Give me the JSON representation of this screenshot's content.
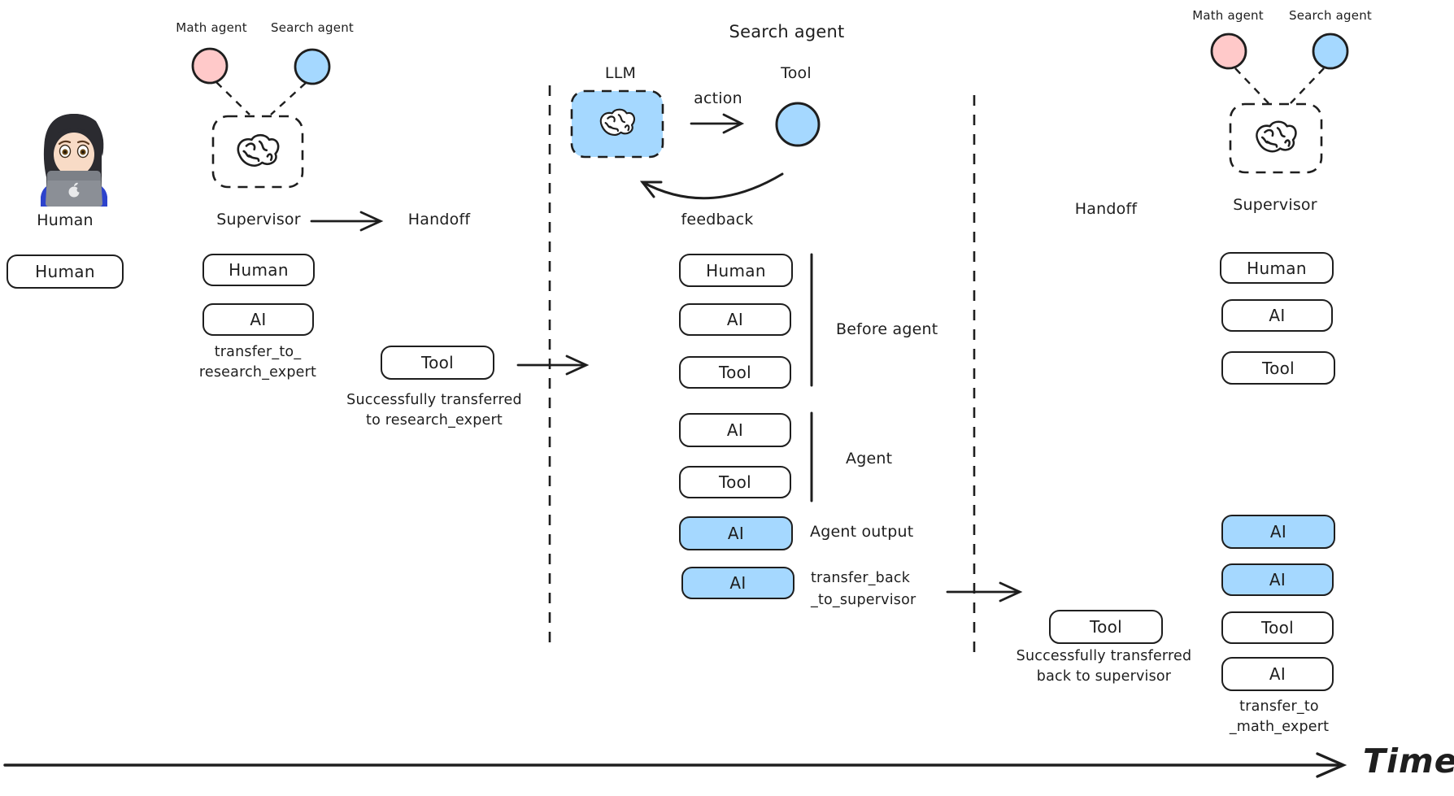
{
  "colors": {
    "ink": "#1e1e1e",
    "blue_fill": "#a5d8ff",
    "pink_fill": "#ffc9c9",
    "background": "#ffffff"
  },
  "icons": {
    "human_avatar": "woman-technologist-emoji",
    "supervisor_brain": "brain-icon",
    "llm_brain": "brain-icon",
    "math_agent_node": "pink-circle",
    "search_agent_node": "blue-circle",
    "tool_node": "blue-circle"
  },
  "timeline": {
    "label": "Time"
  },
  "human_lane": {
    "caption": "Human",
    "messages": {
      "human": "Human"
    }
  },
  "supervisor1": {
    "math_agent_label": "Math agent",
    "search_agent_label": "Search agent",
    "caption": "Supervisor",
    "handoff_label": "Handoff",
    "messages": {
      "human": "Human",
      "ai": "AI",
      "tool": "Tool"
    },
    "transfer_call_line1": "transfer_to_",
    "transfer_call_line2": "research_expert",
    "tool_result_line1": "Successfully transferred",
    "tool_result_line2": "to research_expert"
  },
  "search_agent_lane": {
    "title": "Search agent",
    "llm_label": "LLM",
    "action_label": "action",
    "tool_label": "Tool",
    "feedback_label": "feedback",
    "messages": {
      "human": "Human",
      "ai_1": "AI",
      "tool_1": "Tool",
      "ai_2": "AI",
      "tool_2": "Tool",
      "agent_output_ai": "AI",
      "transfer_ai": "AI"
    },
    "group_before_agent": "Before agent",
    "group_agent": "Agent",
    "agent_output_label": "Agent output",
    "transfer_call_line1": "transfer_back",
    "transfer_call_line2": "_to_supervisor"
  },
  "supervisor2": {
    "handoff_label": "Handoff",
    "math_agent_label": "Math agent",
    "search_agent_label": "Search agent",
    "caption": "Supervisor",
    "tool_result_line1": "Successfully transferred",
    "tool_result_line2": "back to supervisor",
    "messages": {
      "handoff_tool": "Tool",
      "human": "Human",
      "ai_1": "AI",
      "tool_1": "Tool",
      "ai_2": "AI",
      "ai_3": "AI",
      "tool_2": "Tool",
      "ai_4": "AI"
    },
    "transfer_call_line1": "transfer_to",
    "transfer_call_line2": "_math_expert"
  }
}
